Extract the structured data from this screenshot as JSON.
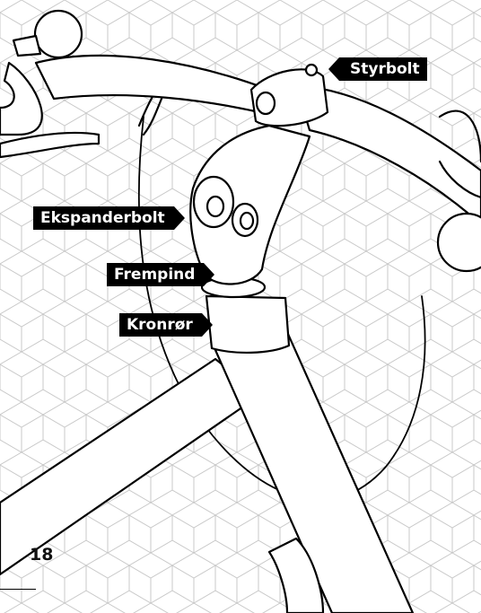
{
  "labels": {
    "styrbolt": "Styrbolt",
    "ekspanderbolt": "Ekspanderbolt",
    "frempind": "Frempind",
    "kronror": "Kronrør"
  },
  "page_number": "18",
  "colors": {
    "ink": "#000000",
    "label_background": "#000000",
    "label_text": "#ffffff",
    "pattern_line": "#cccccc",
    "paper": "#ffffff"
  }
}
